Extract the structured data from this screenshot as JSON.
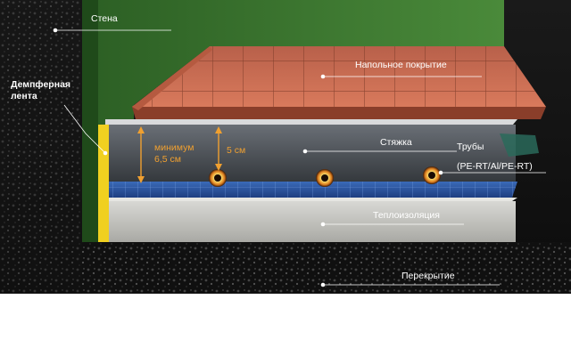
{
  "labels": {
    "wall": "Стена",
    "damper_tape_line1": "Демпферная",
    "damper_tape_line2": "лента",
    "floor_covering": "Напольное покрытие",
    "min_line1": "минимум",
    "min_line2": "6,5 см",
    "five_cm": "5 см",
    "screed": "Стяжка",
    "pipes_line1": "Трубы",
    "pipes_line2": "(PE-RT/Al/PE-RT)",
    "insulation": "Теплоизоляция",
    "slab": "Перекрытие"
  },
  "colors": {
    "wall": "#3e7d32",
    "tile": "#c86a4f",
    "screed": "#5a5f66",
    "damper": "#f0d020",
    "insulation": "#c9c9c4",
    "annotation": "#f0a030",
    "background": "#121212"
  }
}
